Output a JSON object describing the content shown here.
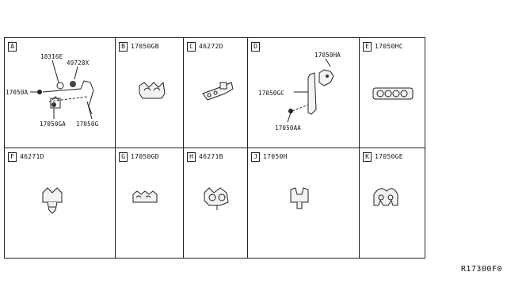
{
  "reference": "R17300F0",
  "cells": [
    {
      "letter": "A",
      "part_number": "",
      "callouts": [
        "18316E",
        "49728X",
        "17050A",
        "17050GA",
        "17050G"
      ]
    },
    {
      "letter": "B",
      "part_number": "17050GB"
    },
    {
      "letter": "C",
      "part_number": "46272D"
    },
    {
      "letter": "D",
      "part_number": "",
      "callouts": [
        "17050HA",
        "17050GC",
        "17050AA"
      ]
    },
    {
      "letter": "E",
      "part_number": "17050HC"
    },
    {
      "letter": "F",
      "part_number": "46271D"
    },
    {
      "letter": "G",
      "part_number": "17050GD"
    },
    {
      "letter": "H",
      "part_number": "46271B"
    },
    {
      "letter": "J",
      "part_number": "17050H"
    },
    {
      "letter": "K",
      "part_number": "17050GE"
    }
  ]
}
